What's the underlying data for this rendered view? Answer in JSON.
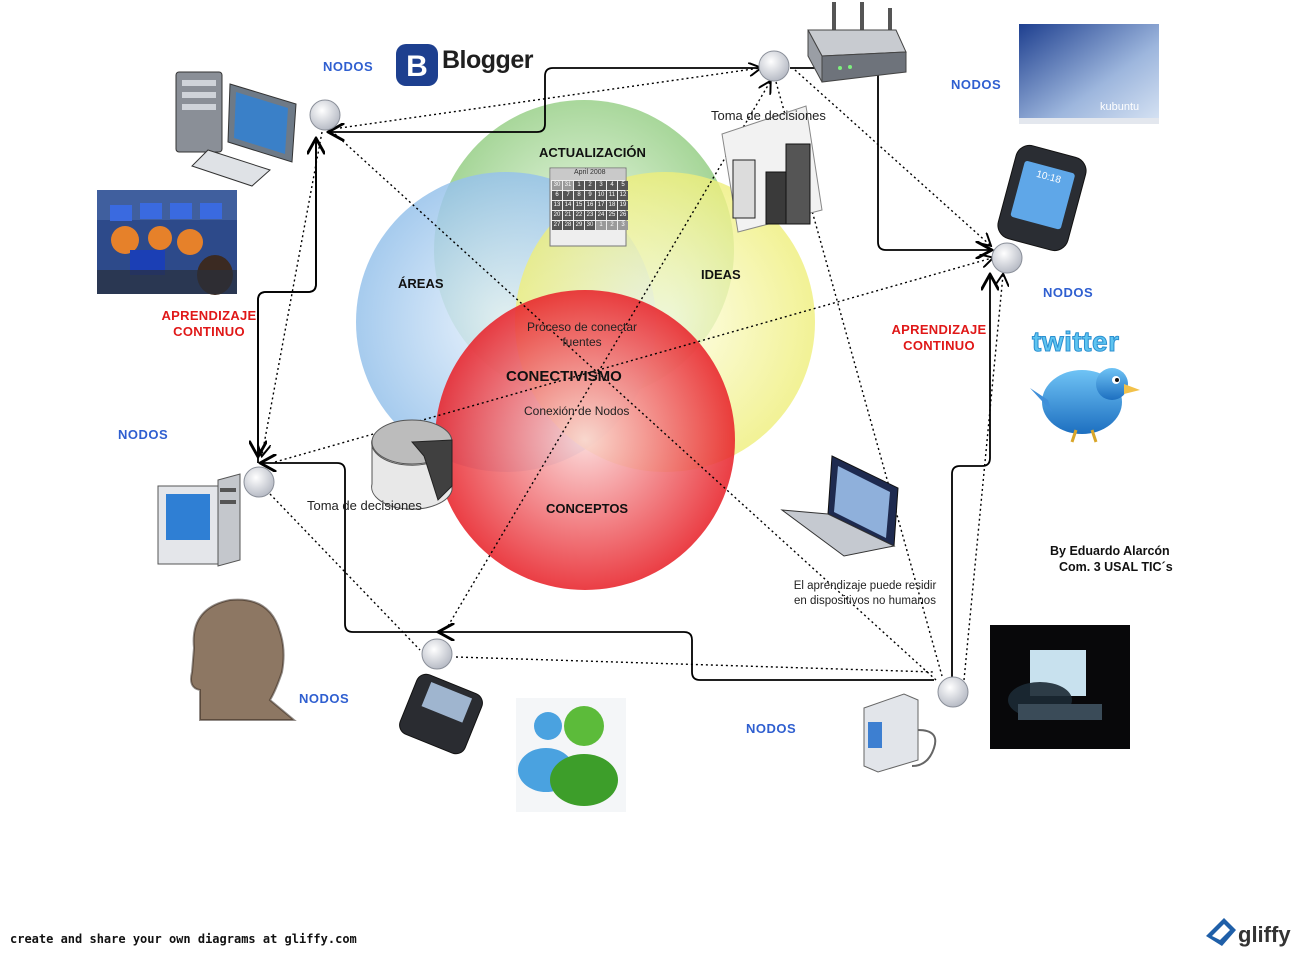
{
  "center": {
    "title": "CONECTIVISMO",
    "circles": [
      "ACTUALIZACIÓN",
      "ÁREAS",
      "IDEAS",
      "CONCEPTOS"
    ],
    "process": "Proceso de conectar fuentes",
    "connection": "Conexión de Nodos"
  },
  "nodes_label": "NODOS",
  "continuous_learning": "APRENDIZAJE CONTINUO",
  "decision_top": "Toma de decisiones",
  "decision_left": "Toma de decisiones",
  "nonhuman": "El aprendizaje puede residir en dispositivos no humanos",
  "calendar": {
    "month": "April 2008",
    "days": [
      "30",
      "31",
      "1",
      "2",
      "3",
      "4",
      "5",
      "6",
      "7",
      "8",
      "9",
      "10",
      "11",
      "12",
      "13",
      "14",
      "15",
      "16",
      "17",
      "18",
      "19",
      "20",
      "21",
      "22",
      "23",
      "24",
      "25",
      "26",
      "27",
      "28",
      "29",
      "30",
      "1",
      "2",
      "3"
    ]
  },
  "brands": {
    "blogger": "Blogger",
    "kubuntu": "kubuntu",
    "twitter": "twitter",
    "phone_time": "10:18",
    "gliffy": "gliffy"
  },
  "author": {
    "line1": "By Eduardo Alarcón",
    "line2": "Com. 3 USAL TIC´s"
  },
  "footer": "create and share your own diagrams at gliffy.com",
  "colors": {
    "green_circle": "#9bd08a",
    "blue_circle": "#9fc8f0",
    "yellow_circle": "#f3f38c",
    "red_circle": "#e8141a",
    "nodos_blue": "#2f5fd0",
    "aprendizaje_red": "#e01818"
  }
}
